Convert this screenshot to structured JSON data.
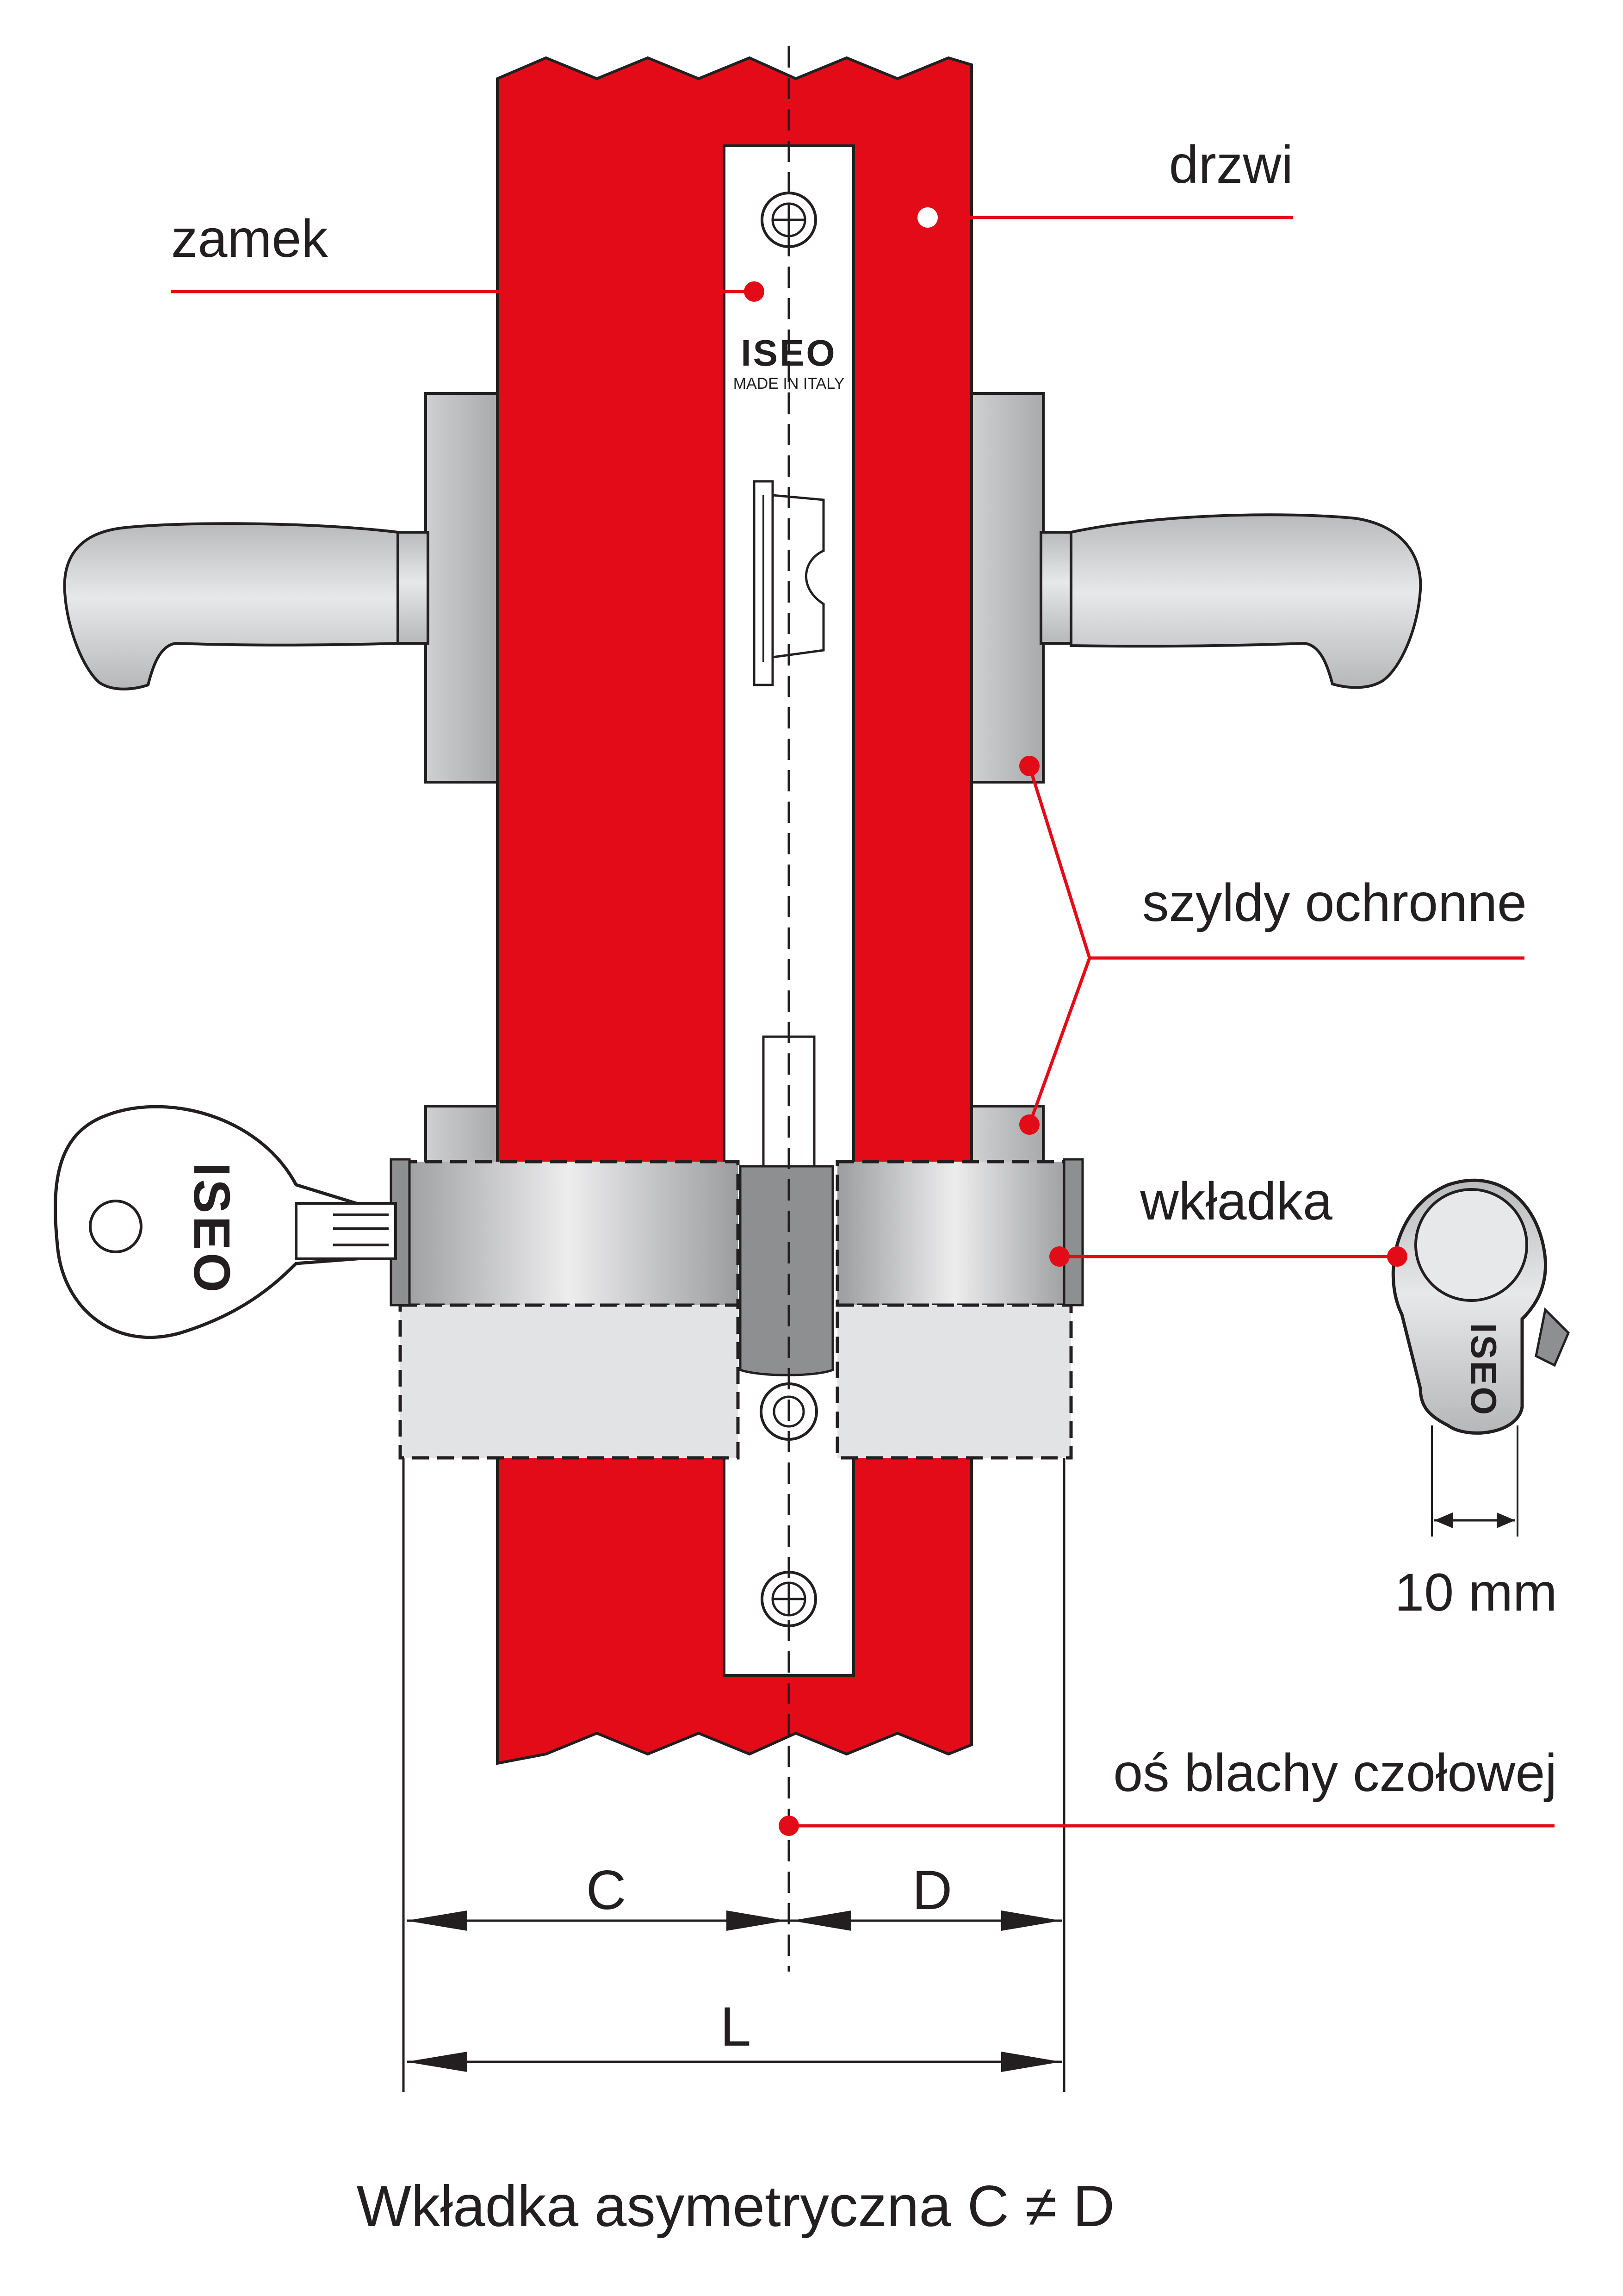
{
  "labels": {
    "door": "drzwi",
    "lock": "zamek",
    "escutcheons": "szyldy ochronne",
    "cylinder": "wkładka",
    "faceplate_axis": "oś blachy czołowej",
    "cylinder_width": "10 mm",
    "dim_c": "C",
    "dim_d": "D",
    "dim_l": "L"
  },
  "caption": "Wkładka asymetryczna C ≠ D",
  "faceplate": {
    "brand": "ISEO",
    "origin": "MADE IN ITALY"
  },
  "key": {
    "brand": "ISEO"
  },
  "cylinder_profile": {
    "brand": "ISEO"
  },
  "colors": {
    "door": "#e30b17",
    "metal": "#d2d3d5",
    "metal_dark": "#8e8f91",
    "outline": "#231f20",
    "leader": "#e30b17",
    "faceplate": "#ffffff"
  },
  "icons": {
    "handle": "lever-handle-icon",
    "key": "key-icon",
    "screw": "screw-icon"
  }
}
